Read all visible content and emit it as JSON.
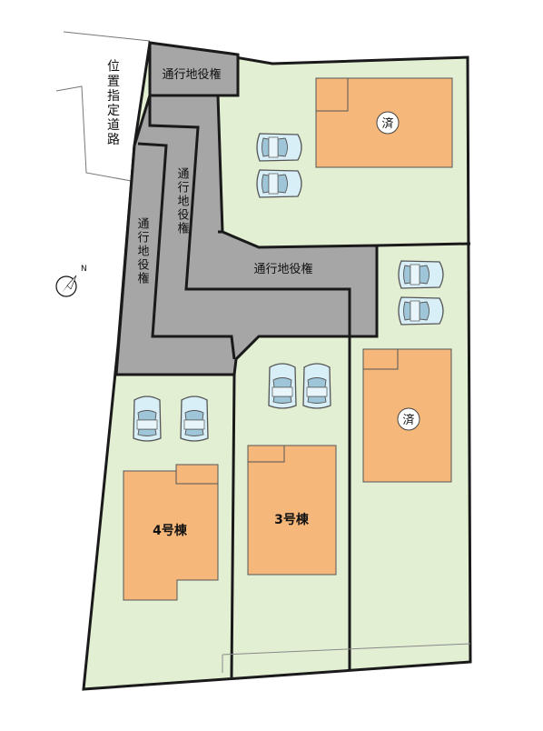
{
  "road_label": "位置指定道路",
  "easement_labels": {
    "top": "通行地役権",
    "upper_diagonal": "通行地役権",
    "left_vertical": "通行地役権",
    "middle": "通行地役権"
  },
  "lots": {
    "north_lot": {
      "badge": "済"
    },
    "east_lot": {
      "badge": "済"
    },
    "lot_3": {
      "label": "3号棟"
    },
    "lot_4": {
      "label": "4号棟"
    }
  },
  "compass": {
    "label": "N"
  },
  "colors": {
    "lot_fill": "#e3efd3",
    "house_fill": "#f6b87a",
    "easement_fill": "#a6a6a6",
    "border": "#1a1a1a",
    "car_fill": "#d9eff8"
  }
}
